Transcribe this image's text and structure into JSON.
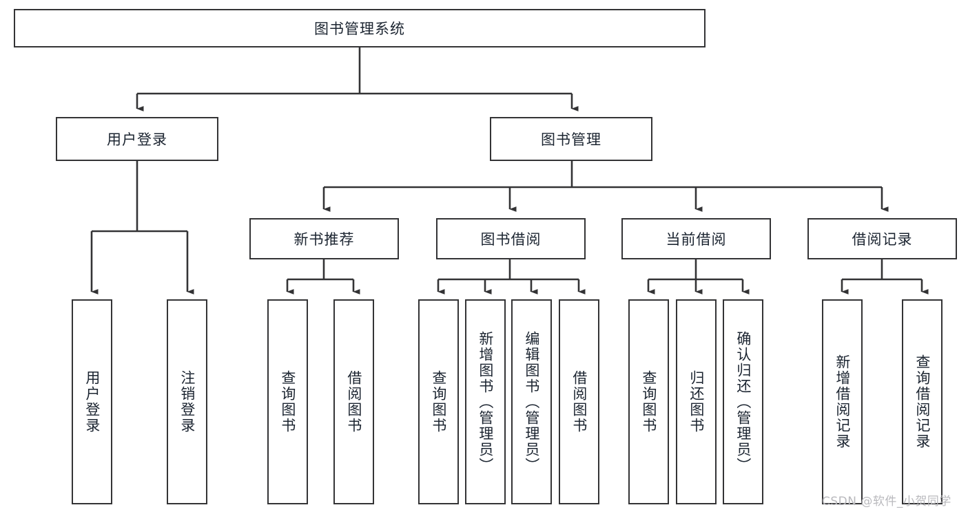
{
  "diagram": {
    "type": "tree-hierarchy-chart",
    "title": "图书管理系统",
    "root": {
      "id": "root",
      "label": "图书管理系统"
    },
    "level2": [
      {
        "id": "user-login",
        "label": "用户登录"
      },
      {
        "id": "book-manage",
        "label": "图书管理"
      }
    ],
    "level3": [
      {
        "id": "new-book-rec",
        "label": "新书推荐"
      },
      {
        "id": "book-borrow",
        "label": "图书借阅"
      },
      {
        "id": "current-borrow",
        "label": "当前借阅"
      },
      {
        "id": "borrow-record",
        "label": "借阅记录"
      }
    ],
    "leaves": {
      "user_login": [
        {
          "id": "leaf-user-login",
          "label": "用户登录"
        },
        {
          "id": "leaf-logout-login",
          "label": "注销登录"
        }
      ],
      "new_book_rec": [
        {
          "id": "leaf-query-book-1",
          "label": "查询图书"
        },
        {
          "id": "leaf-borrow-book-1",
          "label": "借阅图书"
        }
      ],
      "book_borrow": [
        {
          "id": "leaf-query-book-2",
          "label": "查询图书"
        },
        {
          "id": "leaf-add-book",
          "label": "新增图书（管理员）"
        },
        {
          "id": "leaf-edit-book",
          "label": "编辑图书（管理员）"
        },
        {
          "id": "leaf-borrow-book-2",
          "label": "借阅图书"
        }
      ],
      "current_borrow": [
        {
          "id": "leaf-query-book-3",
          "label": "查询图书"
        },
        {
          "id": "leaf-return-book",
          "label": "归还图书"
        },
        {
          "id": "leaf-confirm-return",
          "label": "确认归还（管理员）"
        }
      ],
      "borrow_record": [
        {
          "id": "leaf-add-record",
          "label": "新增借阅记录"
        },
        {
          "id": "leaf-query-record",
          "label": "查询借阅记录"
        }
      ]
    }
  },
  "watermark": {
    "text": "CSDN @软件_小贺同学"
  },
  "colors": {
    "stroke": "#333335",
    "text": "#1b2430",
    "background": "#ffffff",
    "watermark": "#b9b9bd"
  }
}
